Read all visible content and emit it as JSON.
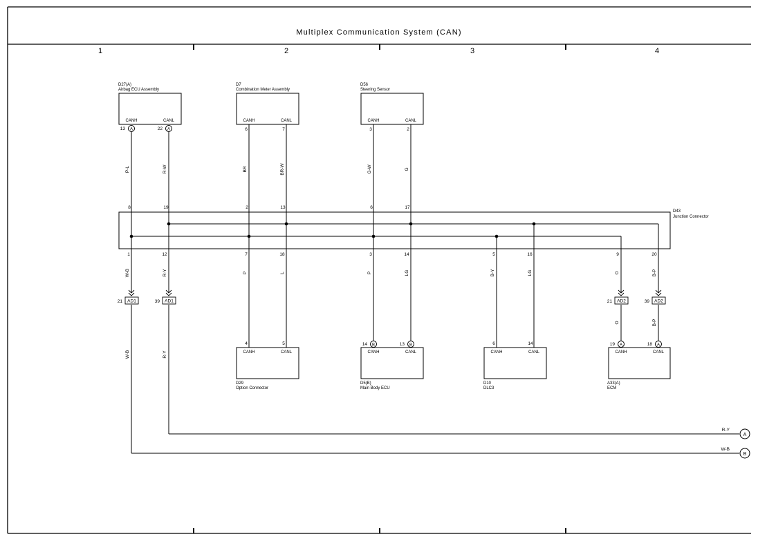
{
  "title": "Multiplex Communication System (CAN)",
  "grid_columns": [
    "1",
    "2",
    "3",
    "4"
  ],
  "components": [
    {
      "id": "D27(A)",
      "name": "Airbag ECU Assembly",
      "pins": [
        {
          "label": "CANH",
          "pin": "13",
          "conn": "A"
        },
        {
          "label": "CANL",
          "pin": "22",
          "conn": "A"
        }
      ]
    },
    {
      "id": "D7",
      "name": "Combination Meter Assembly",
      "pins": [
        {
          "label": "CANH",
          "pin": "6"
        },
        {
          "label": "CANL",
          "pin": "7"
        }
      ]
    },
    {
      "id": "D56",
      "name": "Steering Sensor",
      "pins": [
        {
          "label": "CANH",
          "pin": "3"
        },
        {
          "label": "CANL",
          "pin": "2"
        }
      ]
    },
    {
      "id": "D29",
      "name": "Option Connector",
      "pins": [
        {
          "label": "CANH",
          "pin": "4"
        },
        {
          "label": "CANL",
          "pin": "5"
        }
      ]
    },
    {
      "id": "D5(B)",
      "name": "Main Body ECU",
      "pins": [
        {
          "label": "CANH",
          "pin": "14",
          "conn": "B"
        },
        {
          "label": "CANL",
          "pin": "13",
          "conn": "B"
        }
      ]
    },
    {
      "id": "D10",
      "name": "DLC3",
      "pins": [
        {
          "label": "CANH",
          "pin": "6"
        },
        {
          "label": "CANL",
          "pin": "14"
        }
      ]
    },
    {
      "id": "A33(A)",
      "name": "ECM",
      "pins": [
        {
          "label": "CANH",
          "pin": "19",
          "conn": "A"
        },
        {
          "label": "CANL",
          "pin": "18",
          "conn": "A"
        }
      ]
    }
  ],
  "junction": {
    "id": "D43",
    "name": "Junction Connector",
    "top_pins": [
      "8",
      "19",
      "2",
      "13",
      "6",
      "17"
    ],
    "bottom_pins": [
      "1",
      "12",
      "7",
      "18",
      "3",
      "14",
      "5",
      "16",
      "9",
      "20"
    ]
  },
  "wires_upper": [
    "P-L",
    "R-W",
    "BR",
    "BR-W",
    "G-W",
    "G"
  ],
  "wires_lower": [
    "W-B",
    "R-Y",
    "P",
    "L",
    "P",
    "LG",
    "B-Y",
    "LG",
    "O",
    "B-P"
  ],
  "inline_connectors": [
    {
      "pin": "21",
      "id": "AD1"
    },
    {
      "pin": "39",
      "id": "AD1"
    },
    {
      "pin": "21",
      "id": "AD2"
    },
    {
      "pin": "39",
      "id": "AD2"
    }
  ],
  "wires_after_inline": [
    "W-B",
    "R-Y",
    "O",
    "B-P"
  ],
  "continuations": [
    {
      "color": "R-Y",
      "mark": "A"
    },
    {
      "color": "W-B",
      "mark": "B"
    }
  ]
}
